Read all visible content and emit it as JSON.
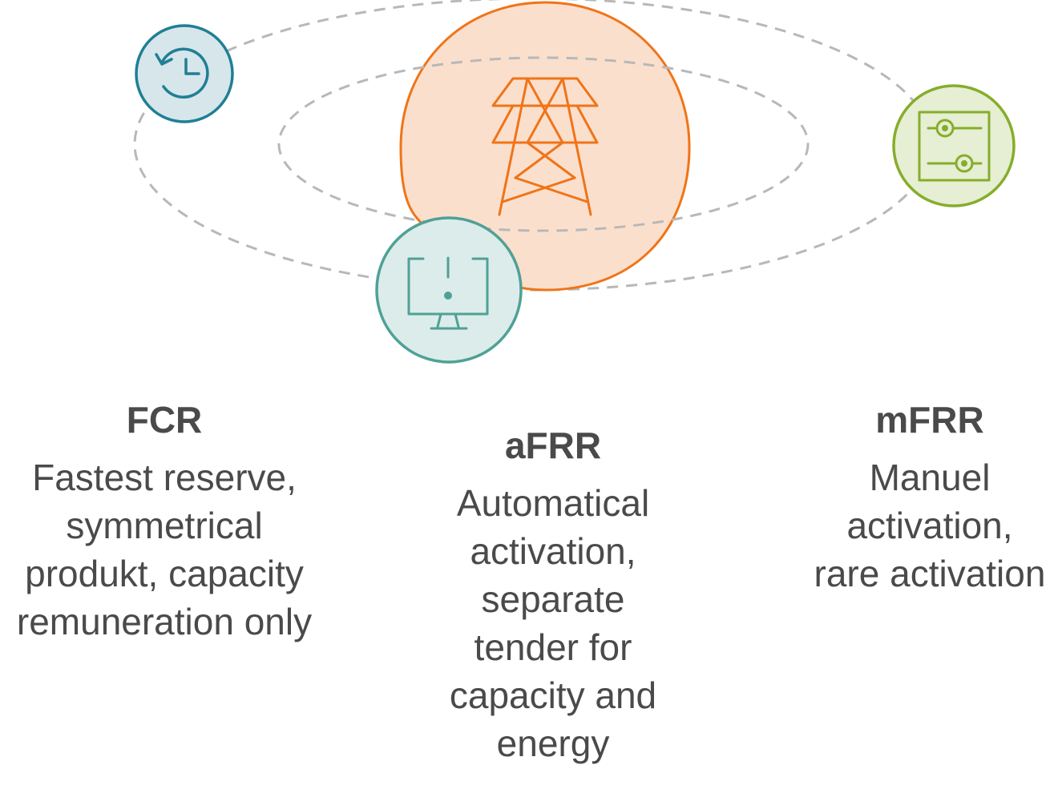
{
  "colors": {
    "orbit": "#b8b8b8",
    "fcr_fill": "#d6e6ea",
    "fcr_stroke": "#1f7f95",
    "afrr_fill": "#fbdfcd",
    "afrr_stroke": "#f07418",
    "monitor_fill": "#dcecea",
    "monitor_stroke": "#4fa197",
    "mfrr_fill": "#e6eed3",
    "mfrr_stroke": "#86ad2b",
    "text": "#4a4a4a"
  },
  "icons": {
    "fcr": "clock-history-icon",
    "afrr": "power-pylon-icon",
    "monitor": "monitor-alert-icon",
    "mfrr": "control-sliders-icon"
  },
  "fcr": {
    "title": "FCR",
    "lines": [
      "Fastest reserve,",
      "symmetrical",
      "produkt, capacity",
      "remuneration only"
    ]
  },
  "afrr": {
    "title": "aFRR",
    "lines": [
      "Automatical",
      "activation,",
      "separate",
      "tender for",
      "capacity and",
      "energy"
    ]
  },
  "mfrr": {
    "title": "mFRR",
    "lines": [
      "Manuel",
      "activation,",
      "rare activation"
    ]
  }
}
